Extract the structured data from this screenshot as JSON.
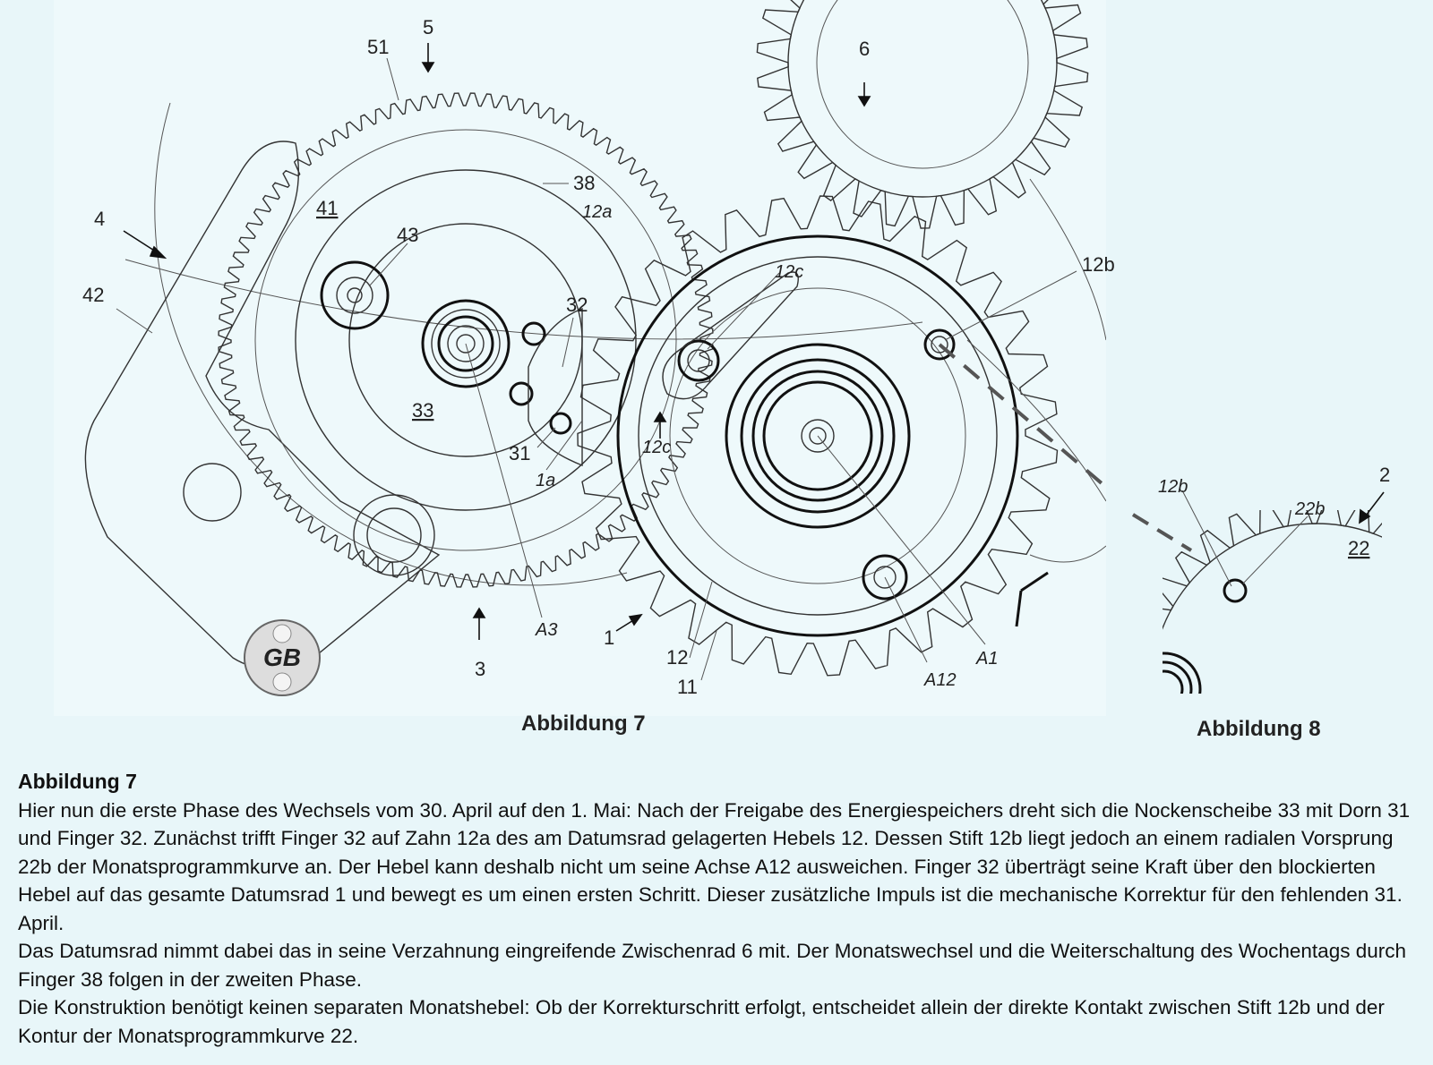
{
  "figure": {
    "labels": {
      "l5": "5",
      "l51": "51",
      "l6": "6",
      "l38": "38",
      "l12a": "12a",
      "l41": "41",
      "l43": "43",
      "l4": "4",
      "l42": "42",
      "l32": "32",
      "l12c_top": "12c",
      "l12b": "12b",
      "l33": "33",
      "l31": "31",
      "l12c_bot": "12c",
      "l1a": "1a",
      "lA3": "A3",
      "l1": "1",
      "l3": "3",
      "l12": "12",
      "l11": "11",
      "lA1": "A1",
      "lA12": "A12",
      "f8_12b": "12b",
      "f8_22b": "22b",
      "f8_22": "22",
      "f8_2": "2"
    },
    "caption7": "Abbildung 7",
    "caption8": "Abbildung 8",
    "logo_text": "GB"
  },
  "description": {
    "title": "Abbildung 7",
    "paragraphs": [
      "Hier nun die erste Phase des Wechsels vom 30. April auf den 1. Mai: Nach der Freigabe des Energiespeichers dreht sich die Nockenscheibe 33 mit Dorn 31 und Finger 32. Zunächst trifft Finger 32 auf Zahn 12a des am Datumsrad gelagerten Hebels 12. Dessen Stift 12b liegt jedoch an einem radialen Vorsprung 22b der Monatsprogrammkurve an. Der Hebel kann deshalb nicht um seine Achse A12 ausweichen. Finger 32 überträgt seine Kraft über den blockierten Hebel auf das gesamte Datumsrad 1 und bewegt es um einen ersten Schritt. Dieser zusätzliche Impuls ist die mechanische Korrektur für den fehlenden 31. April.",
      "Das Datumsrad nimmt dabei das in seine Verzahnung eingreifende Zwischenrad 6 mit. Der Monatswechsel und die Weiterschaltung des Wochentags durch Finger 38 folgen in der zweiten Phase.",
      "Die Konstruktion benötigt keinen separaten Monatshebel: Ob der Korrekturschritt erfolgt, entscheidet allein der direkte Kontakt zwischen Stift 12b und der Kontur der Monatsprogrammkurve 22."
    ]
  }
}
